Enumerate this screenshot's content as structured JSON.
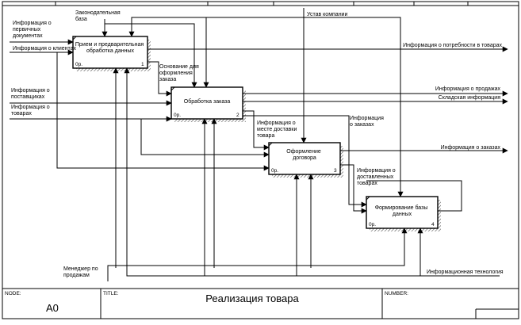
{
  "boxes": [
    {
      "id": "b1",
      "title_lines": [
        "Прием и предварительная",
        "обработка данных"
      ],
      "cost": "0р.",
      "num": "1"
    },
    {
      "id": "b2",
      "title_lines": [
        "Обработка заказа"
      ],
      "cost": "0р.",
      "num": "2"
    },
    {
      "id": "b3",
      "title_lines": [
        "Оформление",
        "договора"
      ],
      "cost": "0р.",
      "num": "3"
    },
    {
      "id": "b4",
      "title_lines": [
        "Формирование базы",
        "данных"
      ],
      "cost": "0р.",
      "num": "4"
    }
  ],
  "labels": {
    "zakon_baza": [
      "Законодательная",
      "база"
    ],
    "ustav": [
      "Устав компании"
    ],
    "info_pervichnye": [
      "Информация о",
      "первичных",
      "документах"
    ],
    "info_klientah": [
      "Информация о клиентах"
    ],
    "info_postavshikah": [
      "Информация о",
      "поставщиках"
    ],
    "info_tovarah": [
      "Информация о",
      "товарах"
    ],
    "osnovanie": [
      "Основание для",
      "оформления",
      "заказа"
    ],
    "info_mesto": [
      "Информация о",
      "месте доставки",
      "товара"
    ],
    "info_zakazah_mid": [
      "Информация",
      "о заказах"
    ],
    "info_dostavlennyh": [
      "Информация о",
      "доставленных",
      "товарах"
    ],
    "out_potrebnosti": [
      "Информация о потребности в товарах"
    ],
    "out_prodazhah": [
      "Информация о продажах"
    ],
    "out_sklad": [
      "Складская информация"
    ],
    "out_zakazah": [
      "Информация о заказах"
    ],
    "manager": [
      "Менеджер по",
      "продажам"
    ],
    "info_tech": [
      "Информационная технология"
    ]
  },
  "footer": {
    "node_label": "NODE:",
    "node_value": "A0",
    "title_label": "TITLE:",
    "title_value": "Реализация товара",
    "number_label": "NUMBER:"
  }
}
